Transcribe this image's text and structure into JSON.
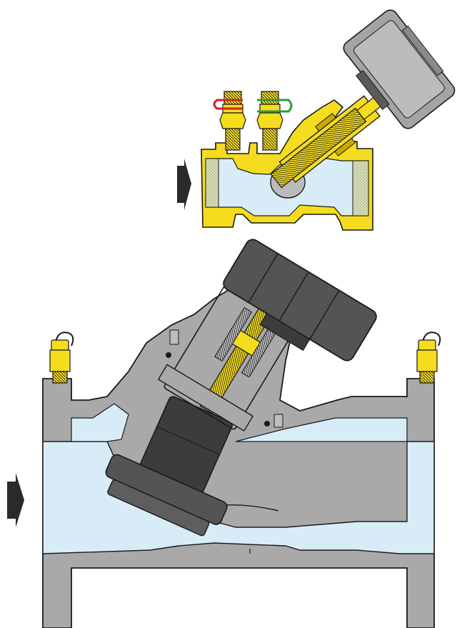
{
  "diagram": {
    "views": [
      {
        "name": "small-threaded-brass-balancing-valve",
        "body_color": "#f5dc1e",
        "fluid_color": "#d8ecf8",
        "handwheel_color": "#a4a4a4"
      },
      {
        "name": "large-flanged-cast-iron-balancing-valve",
        "body_color": "#a9a9a9",
        "fluid_color": "#d8ecf8",
        "handwheel_color": "#545454"
      }
    ],
    "flow_direction": "left-to-right",
    "test_port_clips": [
      "red",
      "green"
    ],
    "colors": {
      "brass": "#f5dc1e",
      "brass_dark": "#c9a800",
      "cast_iron": "#a9a9a9",
      "water": "#d8ecf8",
      "handwheel_dark": "#545454",
      "handwheel_light": "#a4a4a4",
      "arrow": "#2a2a2a",
      "outline": "#1a1a1a",
      "clip_red": "#d42020",
      "clip_green": "#2c9a3c"
    }
  }
}
